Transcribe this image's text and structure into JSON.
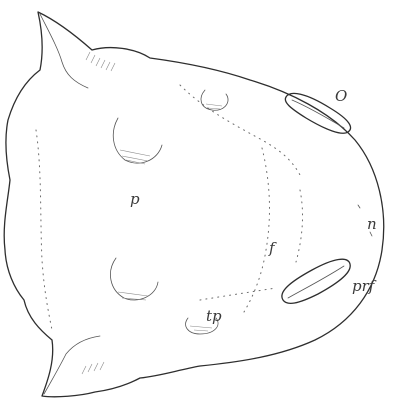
{
  "labels": {
    "o": "O",
    "n": "n",
    "p": "p",
    "f": "f",
    "prf": "prf",
    "tp": "tp"
  }
}
